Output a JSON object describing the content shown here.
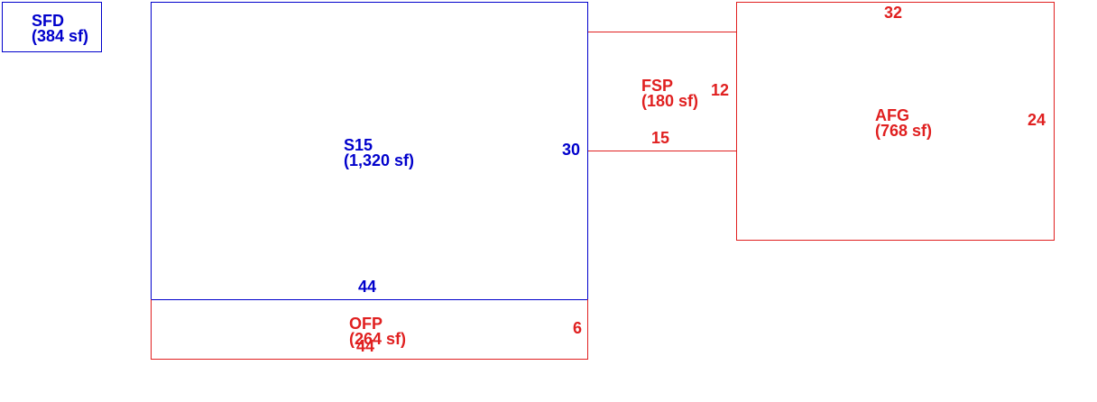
{
  "colors": {
    "blue": "#0000cc",
    "red": "#e02020",
    "background": "#ffffff"
  },
  "areas": {
    "sfd": {
      "code": "SFD",
      "area": "(384 sf)"
    },
    "s15": {
      "code": "S15",
      "area": "(1,320 sf)",
      "side_dim": "30",
      "bottom_dim": "44"
    },
    "fsp": {
      "code": "FSP",
      "area": "(180 sf)",
      "side_dim": "12",
      "bottom_dim": "15"
    },
    "afg": {
      "code": "AFG",
      "area": "(768 sf)",
      "top_dim": "32",
      "side_dim": "24"
    },
    "ofp": {
      "code": "OFP",
      "area": "(264 sf)",
      "side_dim": "6",
      "bottom_dim": "44"
    }
  }
}
